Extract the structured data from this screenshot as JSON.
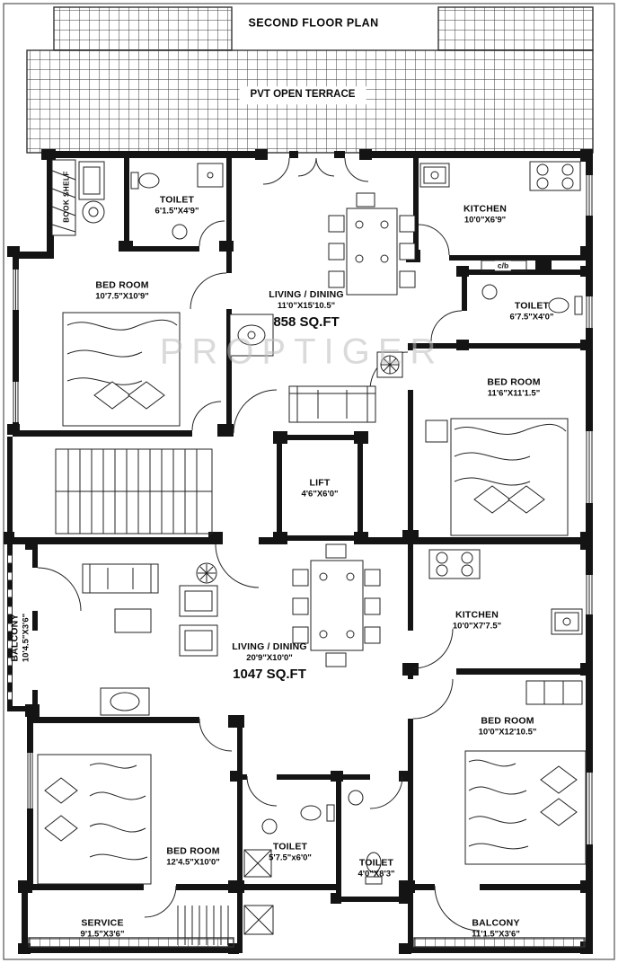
{
  "title": "SECOND FLOOR PLAN",
  "watermark": "PROPTIGER",
  "terrace": {
    "label": "PVT OPEN TERRACE"
  },
  "shelf": {
    "label": "BOOK SHELF"
  },
  "cb": {
    "label": "c/b"
  },
  "rooms": {
    "toilet1": {
      "name": "TOILET",
      "dims": "6'1.5\"X4'9\""
    },
    "kitchen1": {
      "name": "KITCHEN",
      "dims": "10'0\"X6'9\""
    },
    "bedroom1": {
      "name": "BED ROOM",
      "dims": "10'7.5\"X10'9\""
    },
    "living1": {
      "name": "LIVING / DINING",
      "dims": "11'0\"X15'10.5\"",
      "area": "858 SQ.FT"
    },
    "toilet2": {
      "name": "TOILET",
      "dims": "6'7.5\"X4'0\""
    },
    "bedroom2": {
      "name": "BED ROOM",
      "dims": "11'6\"X11'1.5\""
    },
    "lift": {
      "name": "LIFT",
      "dims": "4'6\"X6'0\""
    },
    "balcony1": {
      "name": "BALCONY",
      "dims": "10'4.5\"X3'6\""
    },
    "living2": {
      "name": "LIVING / DINING",
      "dims": "20'9\"X10'0\"",
      "area": "1047 SQ.FT"
    },
    "kitchen2": {
      "name": "KITCHEN",
      "dims": "10'0\"X7'7.5\""
    },
    "bedroom3": {
      "name": "BED ROOM",
      "dims": "10'0\"X12'10.5\""
    },
    "bedroom4": {
      "name": "BED ROOM",
      "dims": "12'4.5\"X10'0\""
    },
    "toilet3": {
      "name": "TOILET",
      "dims": "5'7.5\"x6'0\""
    },
    "toilet4": {
      "name": "TOILET",
      "dims": "4'0\"X8'3\""
    },
    "service": {
      "name": "SERVICE",
      "dims": "9'1.5\"X3'6\""
    },
    "balcony2": {
      "name": "BALCONY",
      "dims": "11'1.5\"X3'6\""
    }
  }
}
